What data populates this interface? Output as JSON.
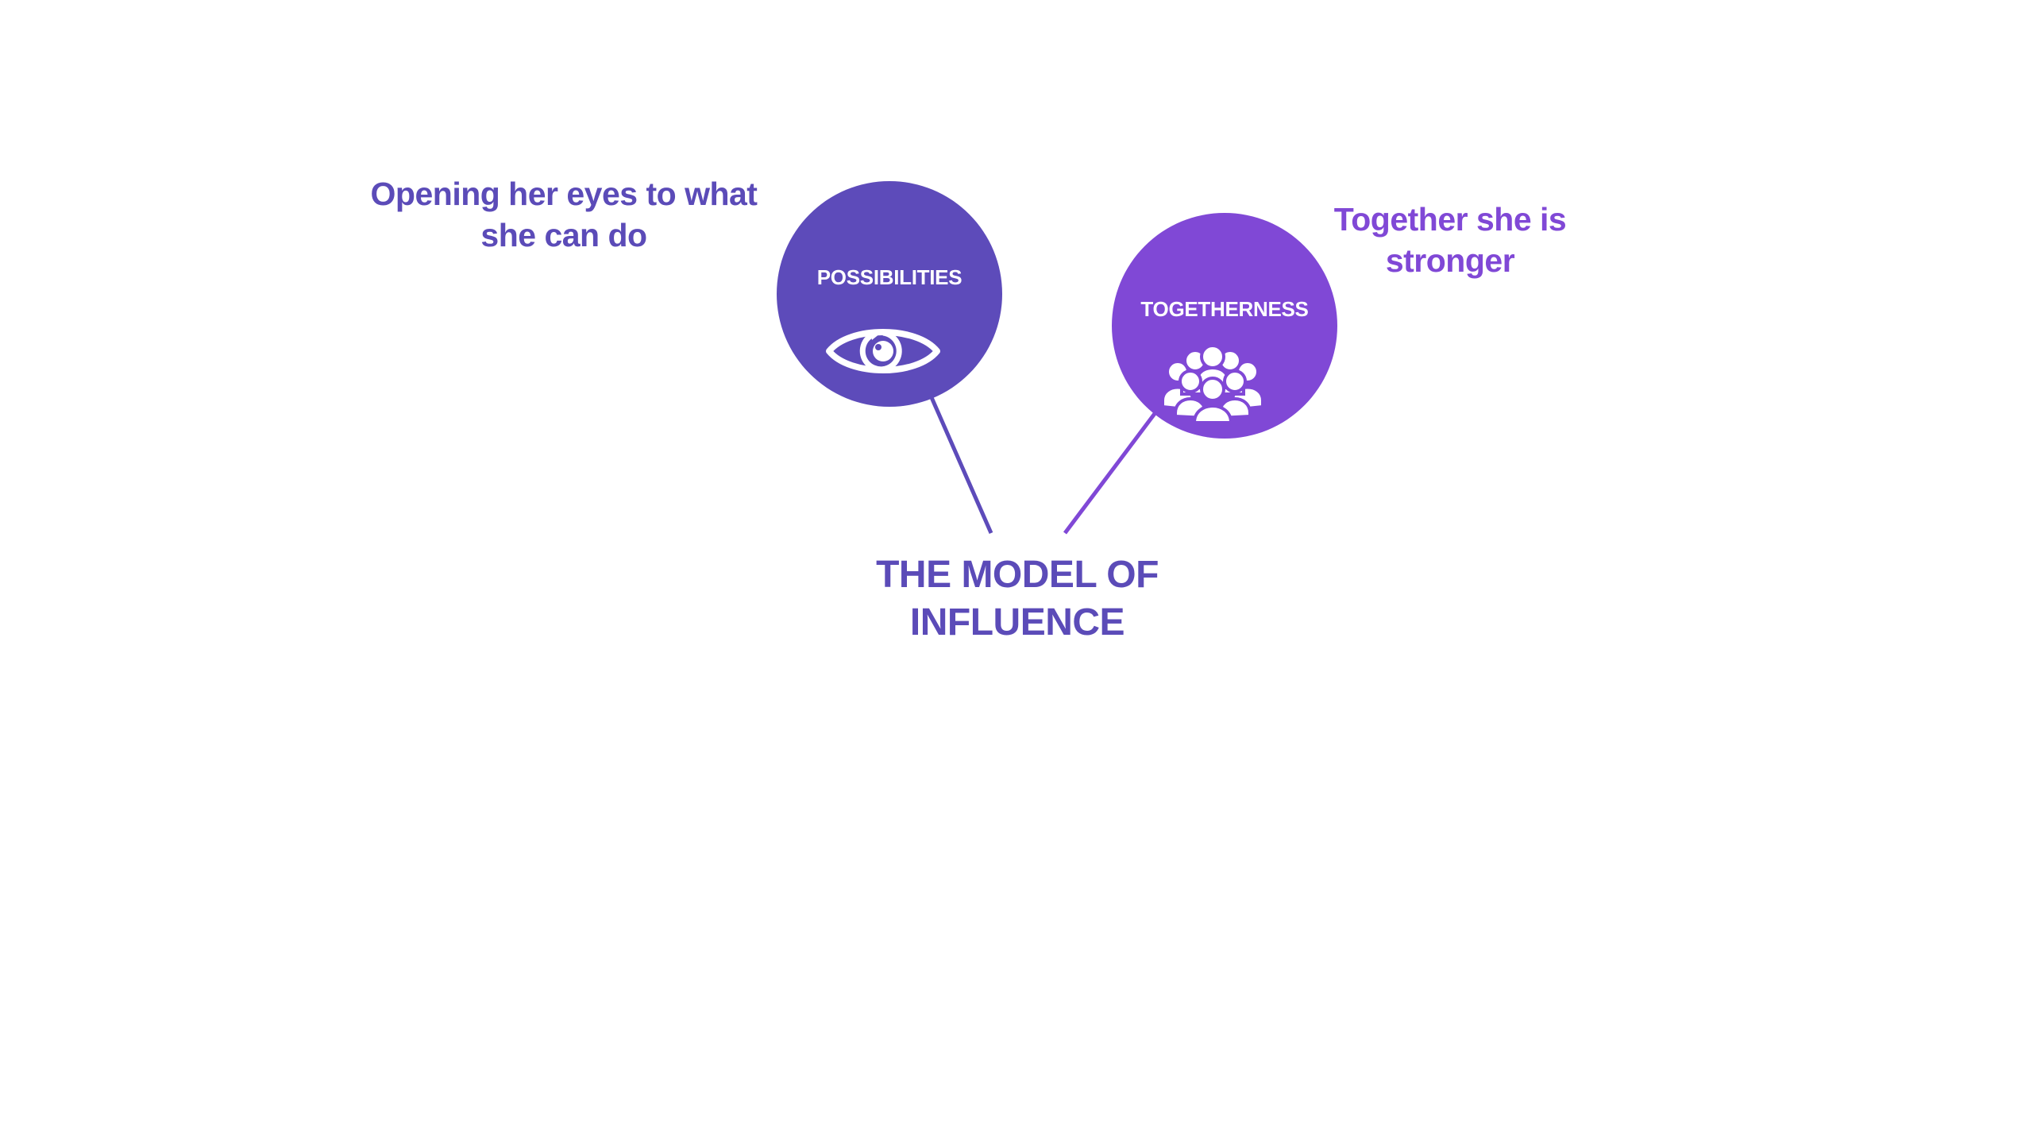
{
  "diagram": {
    "title_lines": [
      "THE MODEL OF",
      "INFLUENCE"
    ],
    "nodes": [
      {
        "label": "POSSIBILITIES",
        "icon": "eye-icon",
        "color": "#5d4bba",
        "caption_lines": [
          "Opening her eyes to what",
          "she can do"
        ],
        "caption_color": "#5b4bb8"
      },
      {
        "label": "TOGETHERNESS",
        "icon": "group-people-icon",
        "color": "#8048d6",
        "caption_lines": [
          "Together she is",
          "stronger"
        ],
        "caption_color": "#8048d6"
      }
    ],
    "connections": [
      {
        "from": "POSSIBILITIES",
        "to": "THE MODEL OF INFLUENCE"
      },
      {
        "from": "TOGETHERNESS",
        "to": "THE MODEL OF INFLUENCE"
      }
    ]
  }
}
